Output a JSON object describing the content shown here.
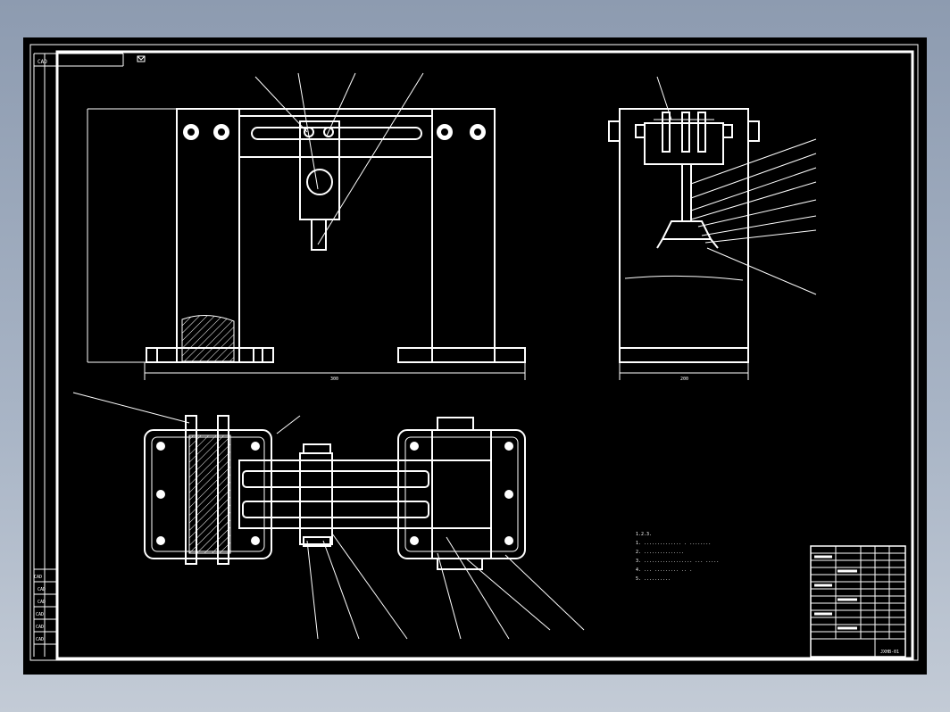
{
  "sheet": {
    "background": "#000000",
    "stroke": "#ffffff",
    "crop_label": "CAD"
  },
  "side_panel": {
    "labels": [
      "CAD",
      "CAD",
      "CAD",
      "CAD",
      "CAD",
      "CAD"
    ]
  },
  "dimensions": {
    "front_width": "300",
    "side_width": "200"
  },
  "technical_notes": {
    "lines": [
      "1.2.3.",
      "1. .............. . ........",
      "2. ...............",
      "3. .................. ... .....",
      "4. ... ......... .. .",
      "5. .........."
    ]
  },
  "title_block": {
    "drawing_no": "JXHB-01"
  }
}
